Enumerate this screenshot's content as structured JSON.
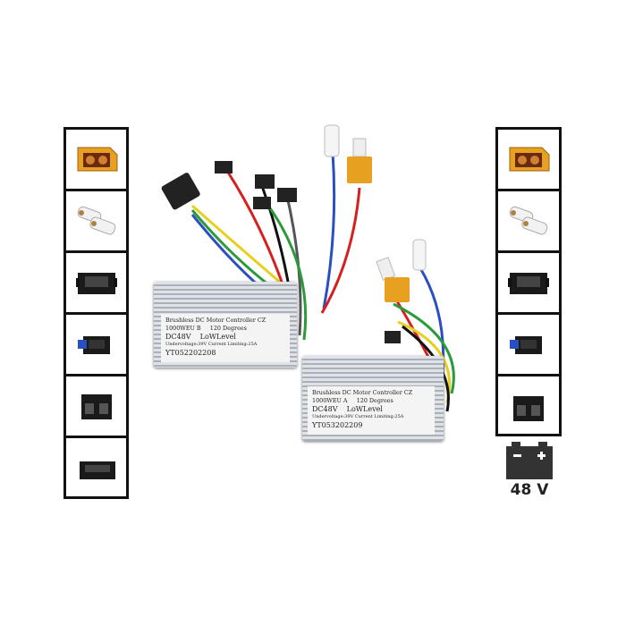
{
  "left_connectors": [
    "xt60-connector",
    "bullet-connector",
    "hall-connector-6pin",
    "sensor-connector",
    "sm-connector-4pin",
    "sm-connector-3pin"
  ],
  "right_connectors": [
    "xt60-connector",
    "bullet-connector",
    "hall-connector-6pin",
    "sensor-connector",
    "sm-connector-4pin"
  ],
  "battery": {
    "icon": "battery-icon",
    "voltage": "48 V"
  },
  "controller_1": {
    "line1": "Brushless DC Motor Controller CZ",
    "line2a": "1000WEU B",
    "line2b": "120 Degrees",
    "line3a": "DC48V",
    "line3b": "LoWLevel",
    "line4": "Undervoltage:39V Current Limiting:25A",
    "serial": "YT052202208"
  },
  "controller_2": {
    "line1": "Brushless DC Motor Controller CZ",
    "line2a": "1000WEU A",
    "line2b": "120 Degrees",
    "line3a": "DC48V",
    "line3b": "LoWLevel",
    "line4": "Undervoltage:39V Current Limiting:25A",
    "serial": "YT053202209"
  },
  "colors": {
    "housing": "#c4c9ce",
    "xt60": "#e8a020",
    "wire_red": "#d62020",
    "wire_blue": "#2a4fc0",
    "wire_green": "#2a9a3a",
    "wire_yellow": "#e8d020"
  }
}
